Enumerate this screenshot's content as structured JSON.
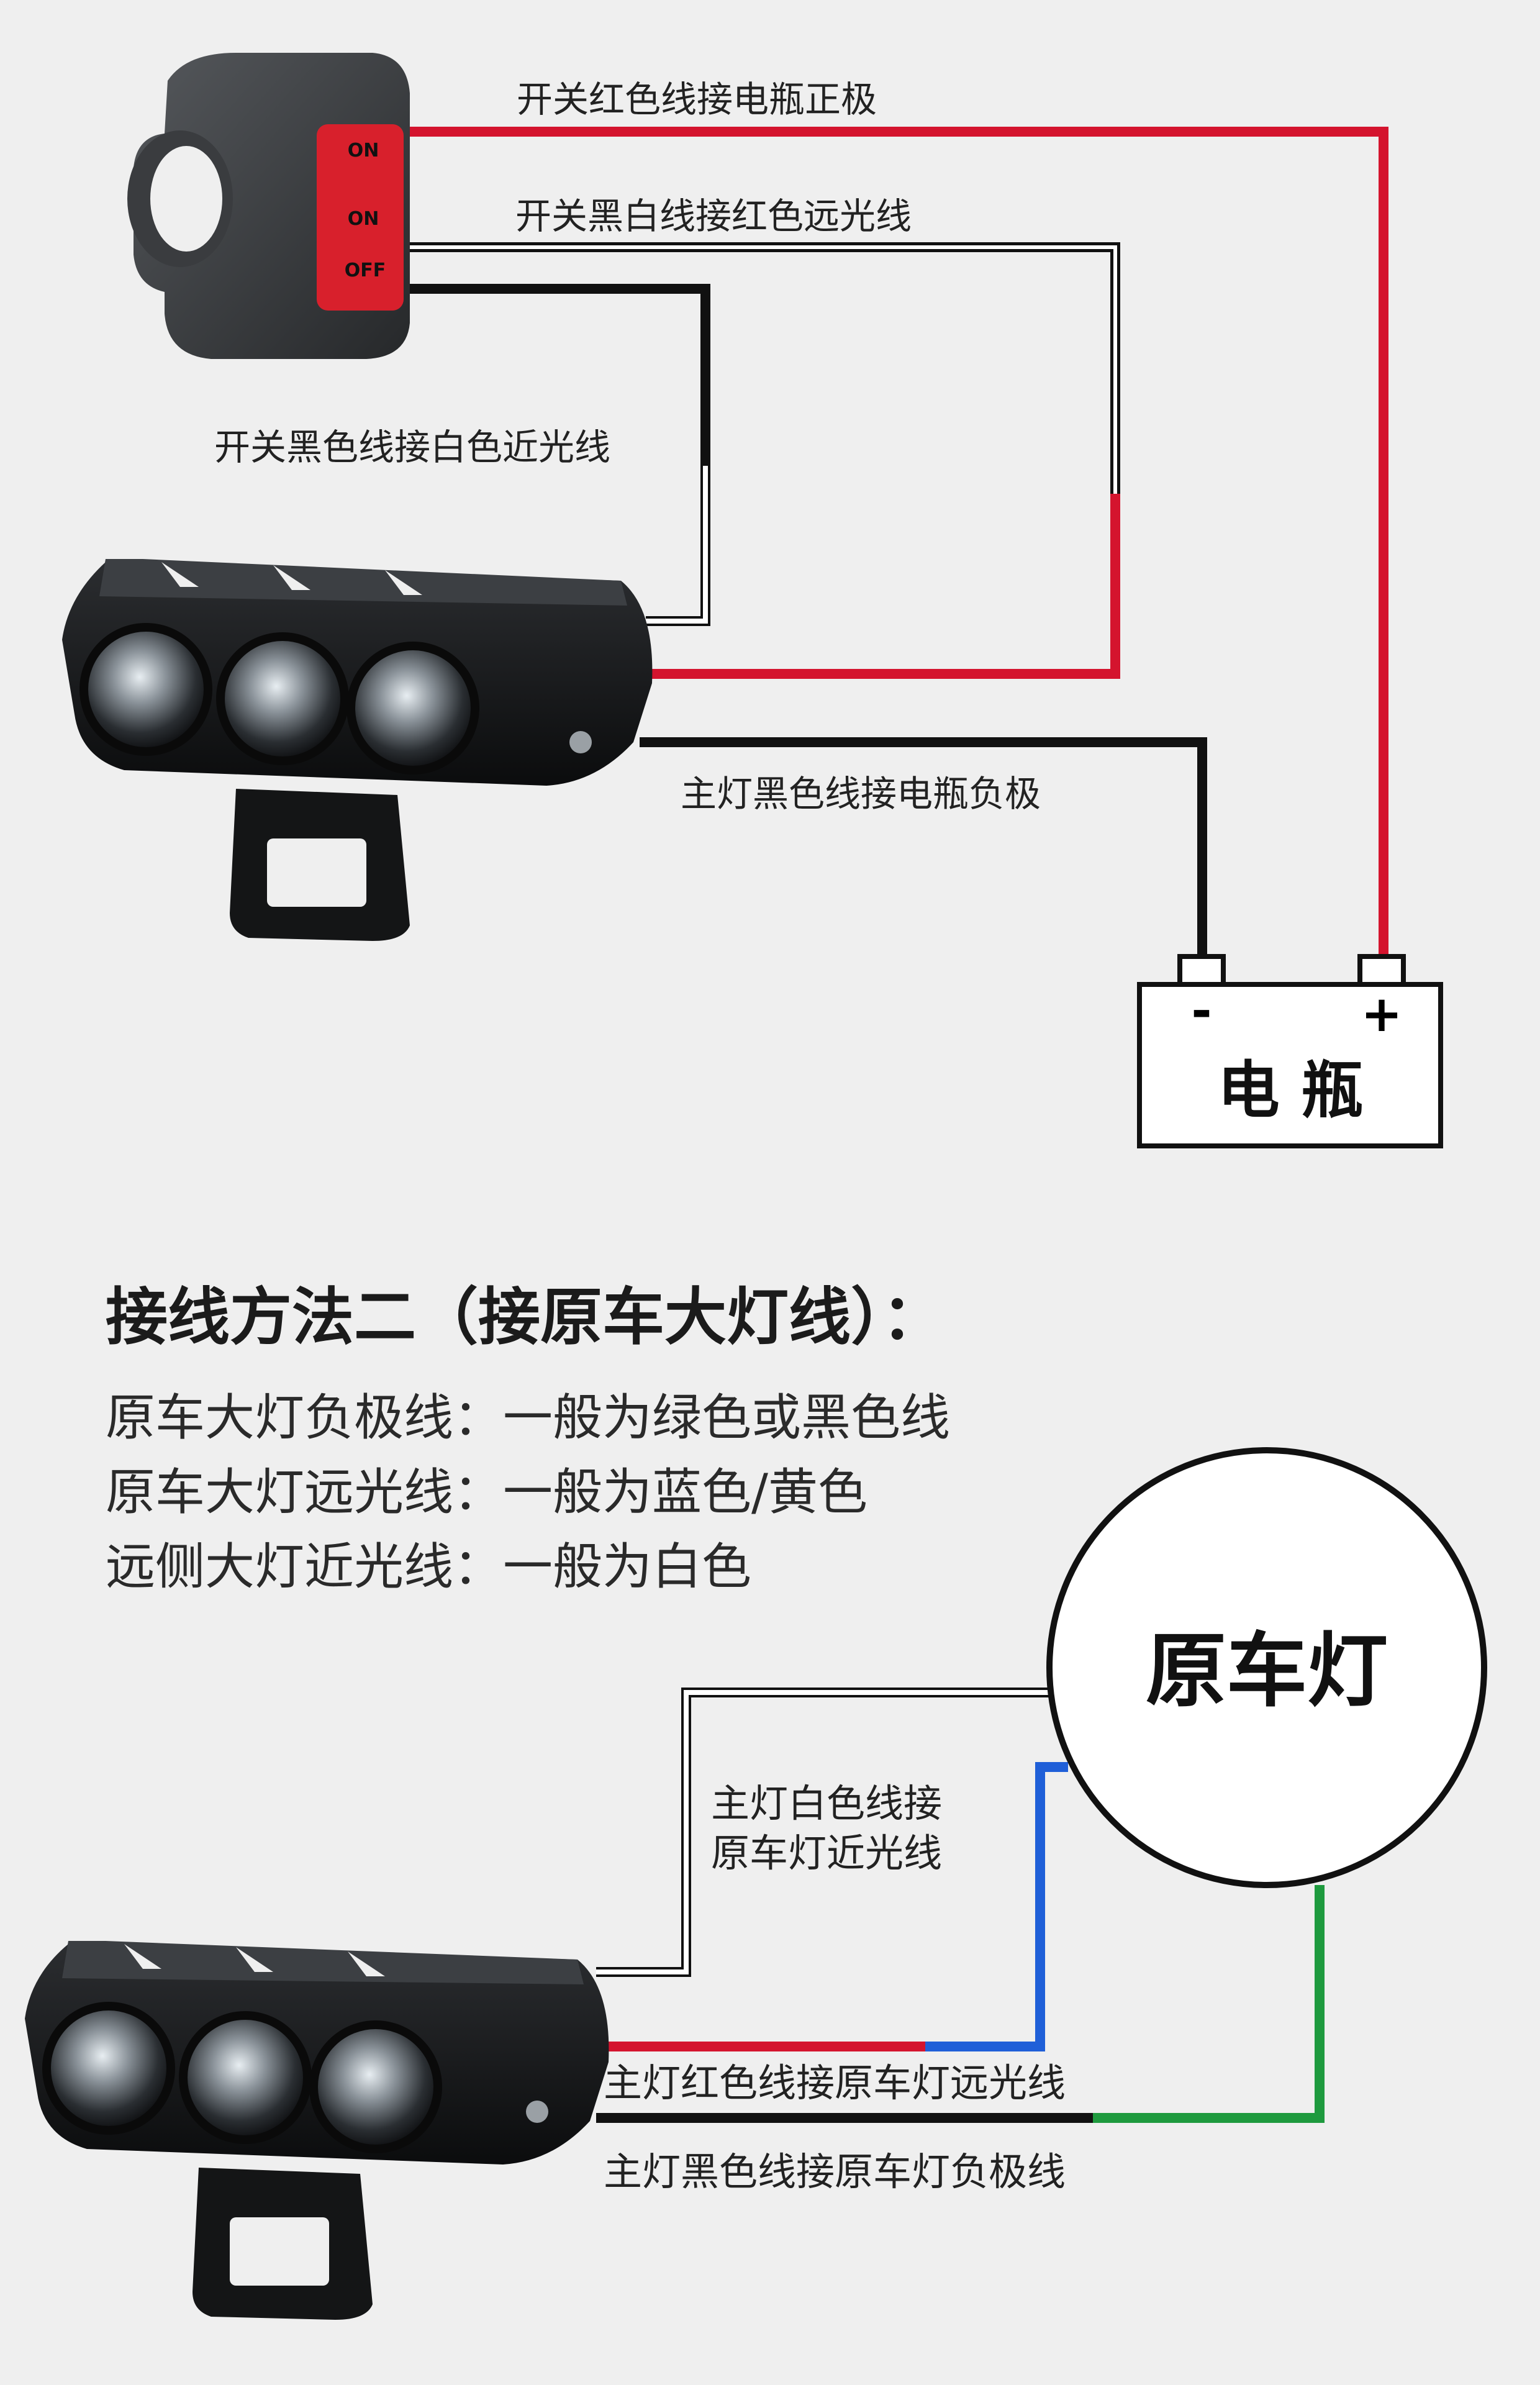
{
  "switch": {
    "positions": [
      "ON",
      "ON",
      "OFF"
    ]
  },
  "method1_labels": {
    "red_wire": "开关红色线接电瓶正极",
    "blackwhite_wire": "开关黑白线接红色远光线",
    "black_wire": "开关黑色线接白色近光线",
    "ground_wire": "主灯黑色线接电瓶负极"
  },
  "battery": {
    "label": "电 瓶",
    "neg": "-",
    "pos": "+"
  },
  "method2": {
    "heading": "接线方法二（接原车大灯线）：",
    "lines": [
      "原车大灯负极线：一般为绿色或黑色线",
      "原车大灯远光线：一般为蓝色/黄色",
      "远侧大灯近光线：一般为白色"
    ],
    "original_light": "原车灯",
    "white_wire_line1": "主灯白色线接",
    "white_wire_line2": "原车灯近光线",
    "red_wire": "主灯红色线接原车灯远光线",
    "black_wire": "主灯黑色线接原车灯负极线"
  },
  "colors": {
    "red": "#d4142e",
    "black": "#111111",
    "white": "#ffffff",
    "blue": "#1f5fd8",
    "green": "#1e9a3e",
    "background": "#efefef",
    "switch_button": "#d8202c"
  }
}
